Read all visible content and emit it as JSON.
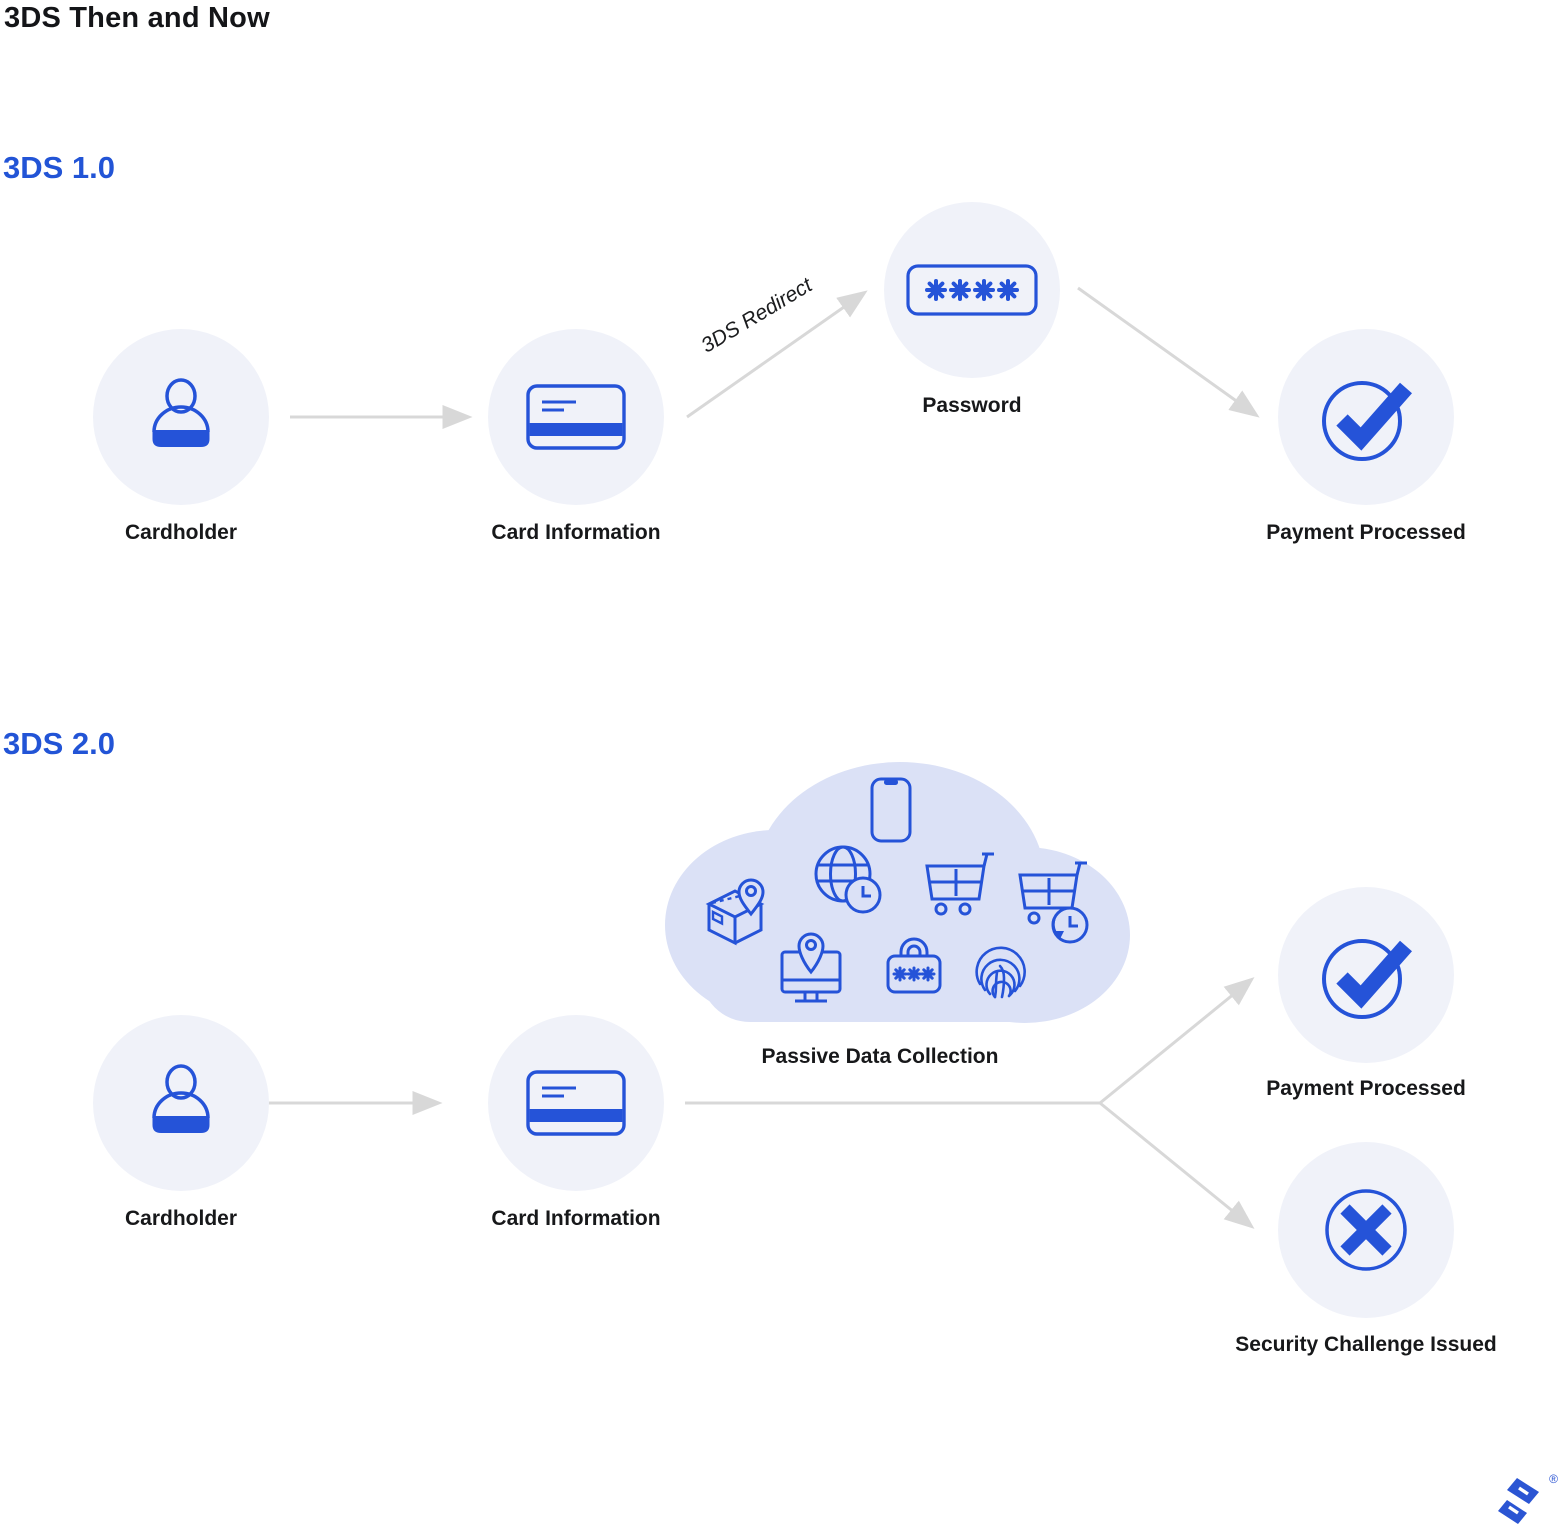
{
  "title": "3DS Then and Now",
  "colors": {
    "icon_blue": "#2553d8",
    "heading_blue": "#2254d6",
    "node_background": "#f0f2f9",
    "cloud_background": "#dbe1f6",
    "arrow_gray": "#d8d8d8",
    "text_dark": "#17181a"
  },
  "flows": {
    "v1": {
      "heading": "3DS 1.0",
      "cardholder": "Cardholder",
      "card_information": "Card Information",
      "redirect_arrow_label": "3DS Redirect",
      "password": "Password",
      "payment_processed": "Payment Processed"
    },
    "v2": {
      "heading": "3DS 2.0",
      "cardholder": "Cardholder",
      "card_information": "Card Information",
      "passive_data_collection": "Passive Data Collection",
      "payment_processed": "Payment Processed",
      "security_challenge": "Security Challenge Issued"
    }
  },
  "icons": {
    "nodes": [
      "person-icon",
      "credit-card-icon",
      "password-field-icon",
      "check-circle-icon",
      "x-circle-icon"
    ],
    "cloud": [
      "smartphone-icon",
      "globe-clock-icon",
      "shopping-cart-icon",
      "cart-history-clock-icon",
      "package-location-icon",
      "monitor-location-icon",
      "password-lock-icon",
      "fingerprint-icon"
    ]
  },
  "branding": {
    "logo": "toptal-logo",
    "registered_mark": "®"
  }
}
